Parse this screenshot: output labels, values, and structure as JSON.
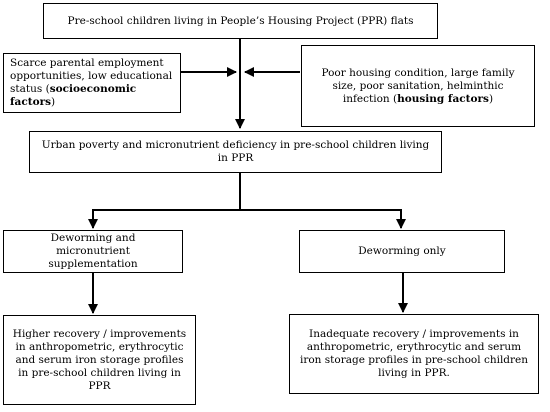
{
  "nodes": {
    "top": {
      "text": "Pre-school children living in People’s Housing Project (PPR) flats"
    },
    "socio": {
      "text": "Scarce parental employment opportunities, low educational status (",
      "bold": "socioeconomic factors",
      "suffix": ")"
    },
    "housing": {
      "text": "Poor housing condition, large family size, poor sanitation, helminthic infection (",
      "bold": "housing factors",
      "suffix": ")"
    },
    "poverty": {
      "text": "Urban poverty and micronutrient deficiency in pre-school children living in PPR"
    },
    "deworm_supp": {
      "text": "Deworming and micronutrient supplementation"
    },
    "deworm_only": {
      "text": "Deworming only"
    },
    "higher": {
      "text": "Higher recovery / improvements in anthropometric, erythrocytic and serum iron storage profiles in pre-school children living in PPR"
    },
    "inadequate": {
      "text": "Inadequate recovery / improvements in anthropometric, erythrocytic and serum iron storage profiles in pre-school children living in PPR."
    }
  },
  "colors": {
    "stroke": "#000000",
    "fill": "#ffffff"
  }
}
